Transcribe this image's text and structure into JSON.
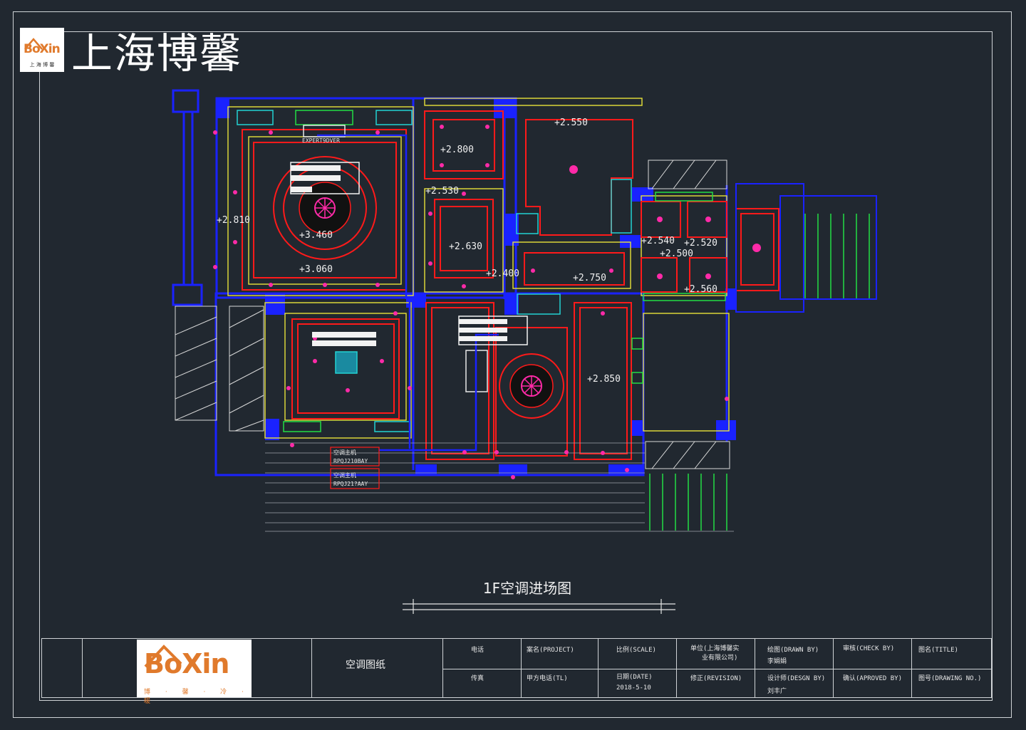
{
  "brand": {
    "logo_text": "BoXin",
    "logo_subtext": "上 海 博 馨",
    "name": "上海博馨"
  },
  "drawing": {
    "sheet_title": "1F空调进场图",
    "elevations": [
      "+2.550",
      "+2.800",
      "+2.530",
      "+2.810",
      "+3.460",
      "+3.060",
      "+2.630",
      "+2.400",
      "+2.750",
      "+2.540",
      "+2.520",
      "+2.500",
      "+2.560",
      "+2.850"
    ],
    "unit_labels": [
      {
        "line1": "空调主机",
        "line2": "RPQJ210BAY"
      },
      {
        "line1": "空调主机",
        "line2": "RPQJ21?AAY"
      }
    ],
    "small_label": "EXPERT9DVER"
  },
  "title_block": {
    "logo_text": "BoXin",
    "logo_subtext": "博 · 馨 · 冷 · 暖",
    "drawing_name": "空调图纸",
    "phone": "电话",
    "fax": "传真",
    "project": "案名(PROJECT)",
    "tel": "甲方电话(TL)",
    "scale": "比例(SCALE)",
    "date_label": "日期(DATE)",
    "date_value": "2018-5-10",
    "unit": "单位(上海博馨实",
    "unit2": "业有限公司)",
    "revision": "修正(REVISION)",
    "drawn_by": "绘图(DRAWN BY)",
    "drawn_by_name": "李娟娟",
    "design_by": "设计师(DESGN BY)",
    "design_by_name": "刘丰广",
    "check_by": "审核(CHECK BY)",
    "approved_by": "确认(APROVED BY)",
    "title": "图名(TITLE)",
    "drawing_no": "图号(DRAWING NO.)"
  },
  "colors": {
    "background": "#212830",
    "wall_blue": "#1a22ff",
    "outline_red": "#ff1a1a",
    "outline_yellow": "#e8e23a",
    "marker_magenta": "#ff2aa8",
    "cyan": "#22d3d3",
    "green": "#22dd44"
  }
}
